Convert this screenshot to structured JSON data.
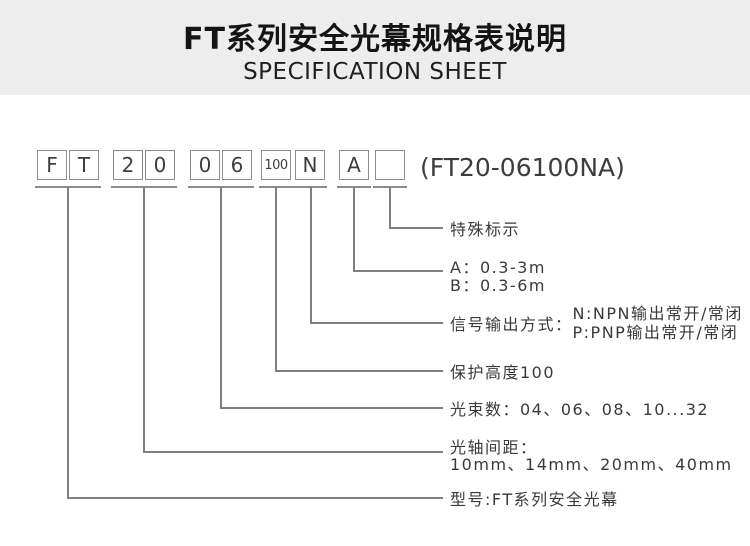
{
  "header": {
    "title": "FT系列安全光幕规格表说明",
    "subtitle": "SPECIFICATION SHEET"
  },
  "code": {
    "boxes": [
      {
        "char": "F"
      },
      {
        "char": "T"
      },
      {
        "char": "2"
      },
      {
        "char": "0"
      },
      {
        "char": "0"
      },
      {
        "char": "6"
      },
      {
        "char": "100"
      },
      {
        "char": "N"
      },
      {
        "char": "A"
      },
      {
        "char": ""
      }
    ],
    "reference": "(FT20-06100NA)"
  },
  "callouts": {
    "special_mark": "特殊标示",
    "range_a": "A：0.3-3m",
    "range_b": "B：0.3-6m",
    "output_label": "信号输出方式：",
    "output_n": "N:NPN输出常开/常闭",
    "output_p": "P:PNP输出常开/常闭",
    "protect_height": "保护高度100",
    "beam_count": "光束数：04、06、08、10...32",
    "pitch_label": "光轴间距：",
    "pitch_values": "10mm、14mm、20mm、40mm",
    "model": "型号:FT系列安全光幕"
  },
  "colors": {
    "header_bg": "#ededed",
    "box_border": "#8d8d8d",
    "connector_line": "#7f7f7f",
    "label_text": "#3a3a3a",
    "title_text": "#141414"
  }
}
